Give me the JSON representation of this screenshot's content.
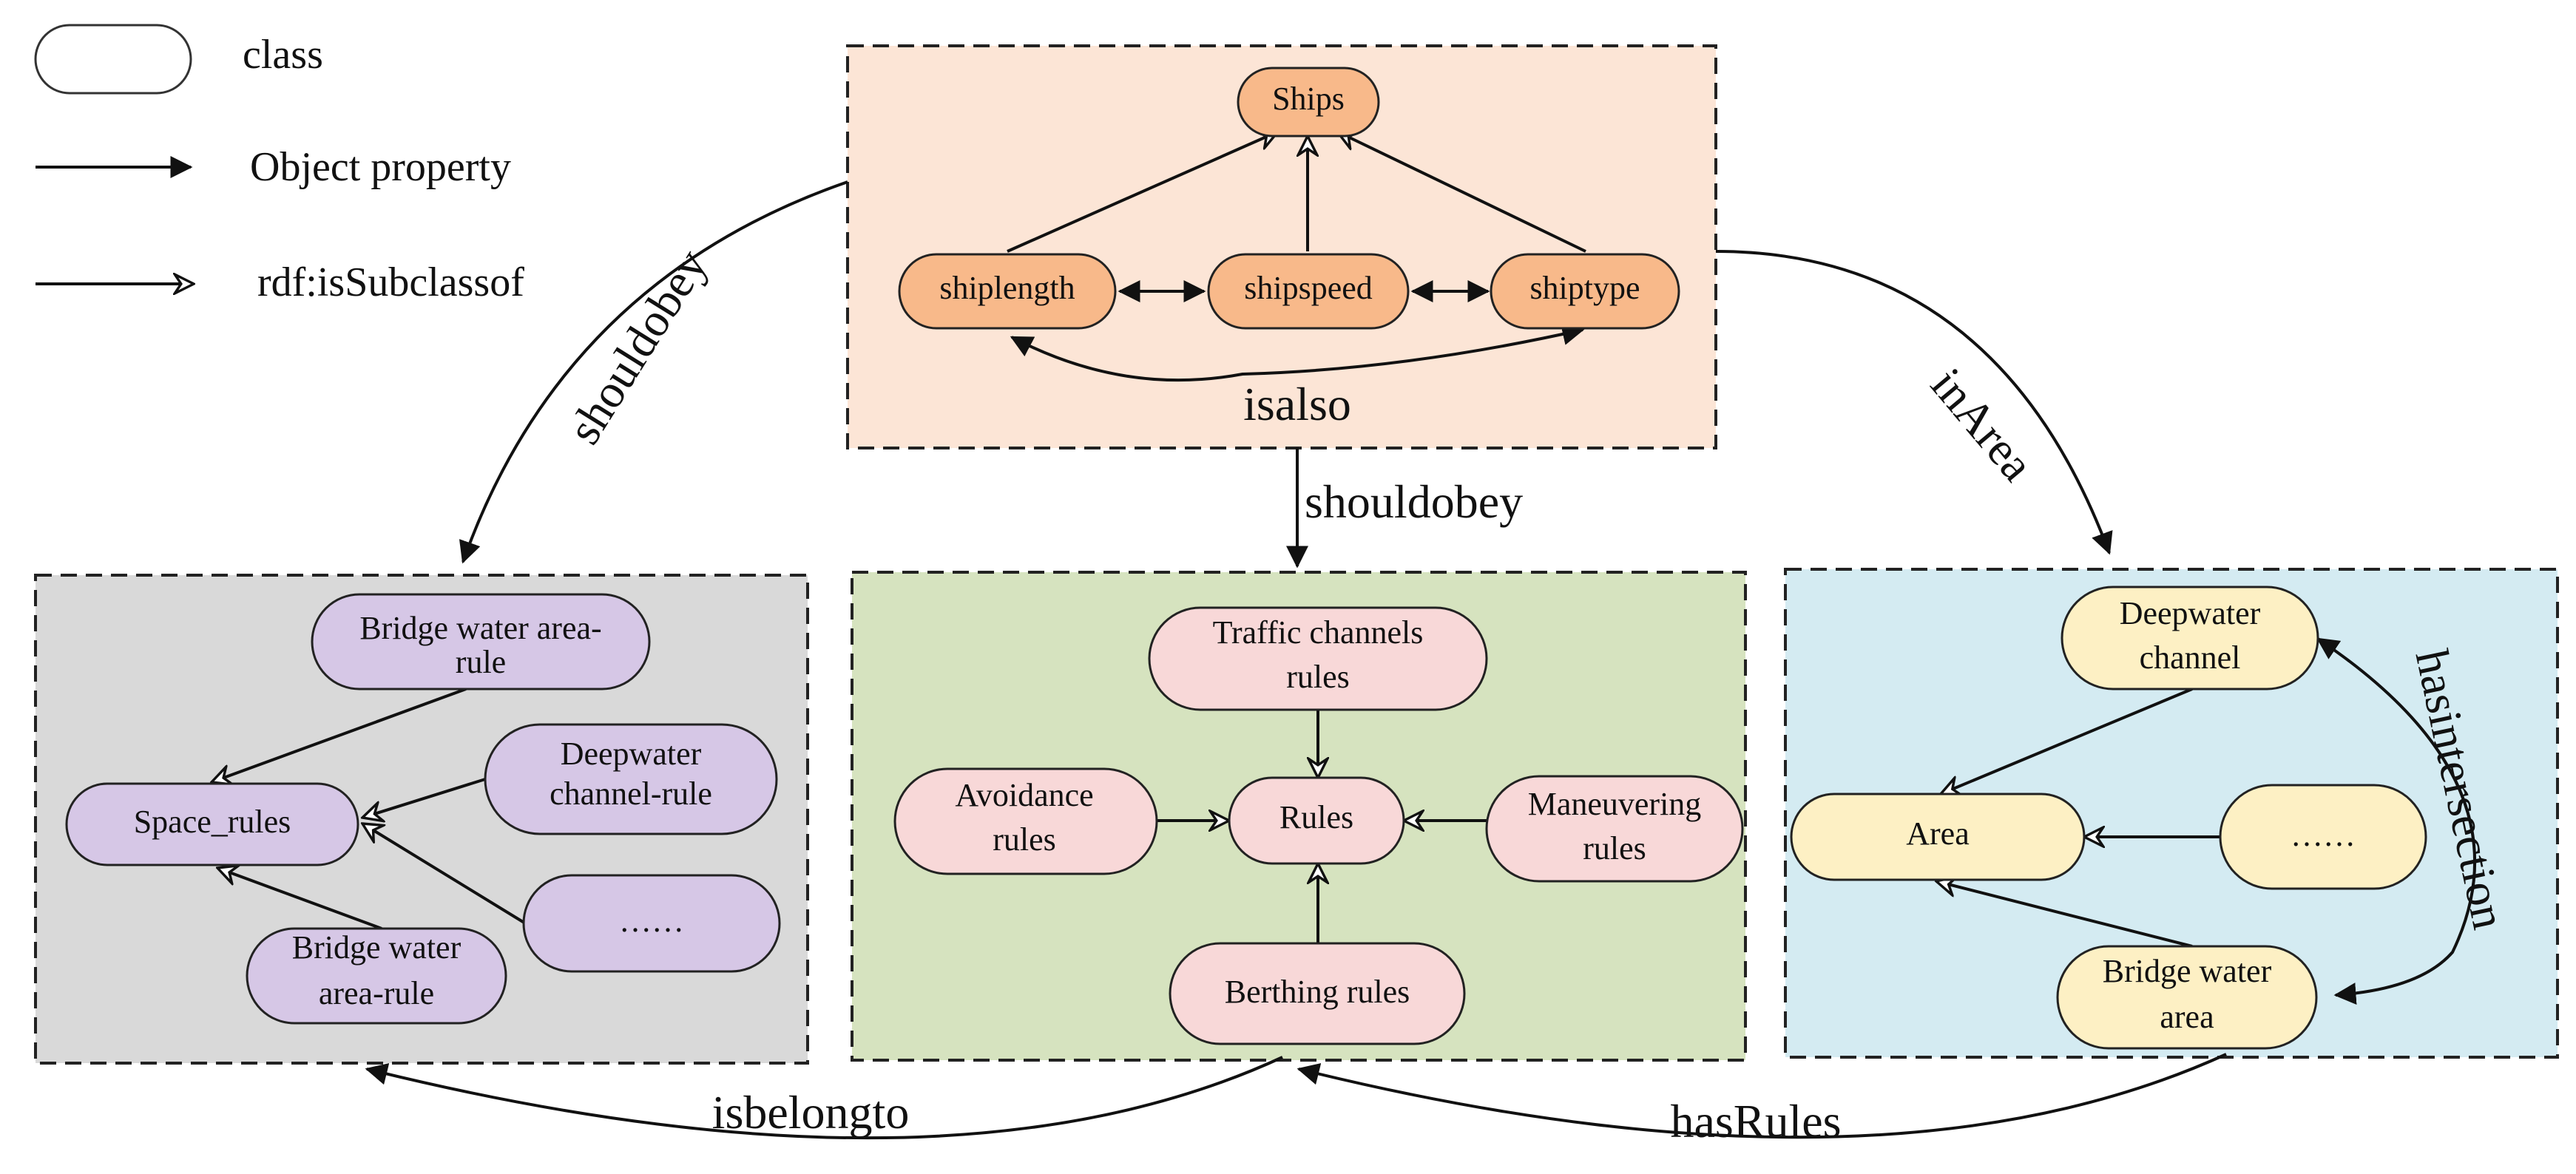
{
  "legend": {
    "class_label": "class",
    "object_property_label": "Object property",
    "subclass_label": "rdf:isSubclassof"
  },
  "colors": {
    "ships_panel": "#fce5d6",
    "ships_node": "#f8b98a",
    "space_panel": "#d9d9d9",
    "space_node": "#d6c7e6",
    "rules_panel": "#d6e3bf",
    "rules_node": "#f8d8d8",
    "area_panel": "#d4ebf2",
    "area_node": "#fdf0c4"
  },
  "ships": {
    "root": "Ships",
    "shiplength": "shiplength",
    "shipspeed": "shipspeed",
    "shiptype": "shiptype",
    "isalso": "isalso"
  },
  "space": {
    "root": "Space_rules",
    "bridge_top_line1": "Bridge water area-",
    "bridge_top_line2": "rule",
    "deepwater_line1": "Deepwater",
    "deepwater_line2": "channel-rule",
    "ellipsis": "……",
    "bridge_bottom_line1": "Bridge water",
    "bridge_bottom_line2": "area-rule"
  },
  "rules": {
    "root": "Rules",
    "traffic_line1": "Traffic channels",
    "traffic_line2": "rules",
    "avoidance_line1": "Avoidance",
    "avoidance_line2": "rules",
    "maneuvering_line1": "Maneuvering",
    "maneuvering_line2": "rules",
    "berthing": "Berthing rules"
  },
  "area": {
    "root": "Area",
    "deepwater_line1": "Deepwater",
    "deepwater_line2": "channel",
    "ellipsis": "……",
    "bridge_line1": "Bridge water",
    "bridge_line2": "area",
    "hasintersection": "hasintersection"
  },
  "edges": {
    "shouldobey_left": "shouldobey",
    "shouldobey_center": "shouldobey",
    "inarea": "inArea",
    "isbelongto": "isbelongto",
    "hasrules": "hasRules"
  }
}
